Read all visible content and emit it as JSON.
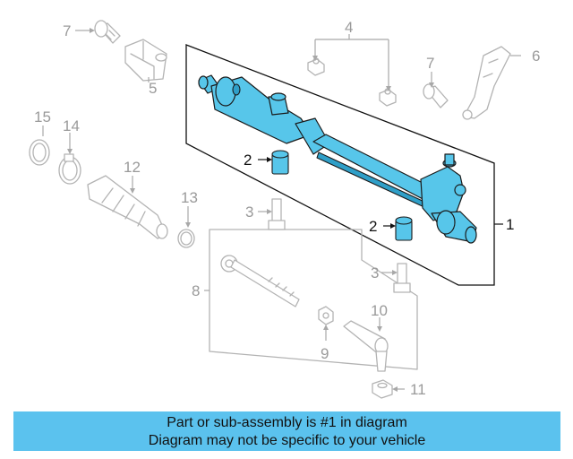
{
  "callouts": {
    "c1": "1",
    "c2a": "2",
    "c2b": "2",
    "c3a": "3",
    "c3b": "3",
    "c4": "4",
    "c5": "5",
    "c6": "6",
    "c7a": "7",
    "c7b": "7",
    "c8": "8",
    "c9": "9",
    "c10": "10",
    "c11": "11",
    "c12": "12",
    "c13": "13",
    "c14": "14",
    "c15": "15"
  },
  "banner": {
    "line1": "Part or sub-assembly is #1 in diagram",
    "line2": "Diagram may not be specific to your vehicle"
  },
  "colors": {
    "highlight": "#57c6ea",
    "banner": "#5bc2ee",
    "ghost": "#b3b3b3"
  }
}
